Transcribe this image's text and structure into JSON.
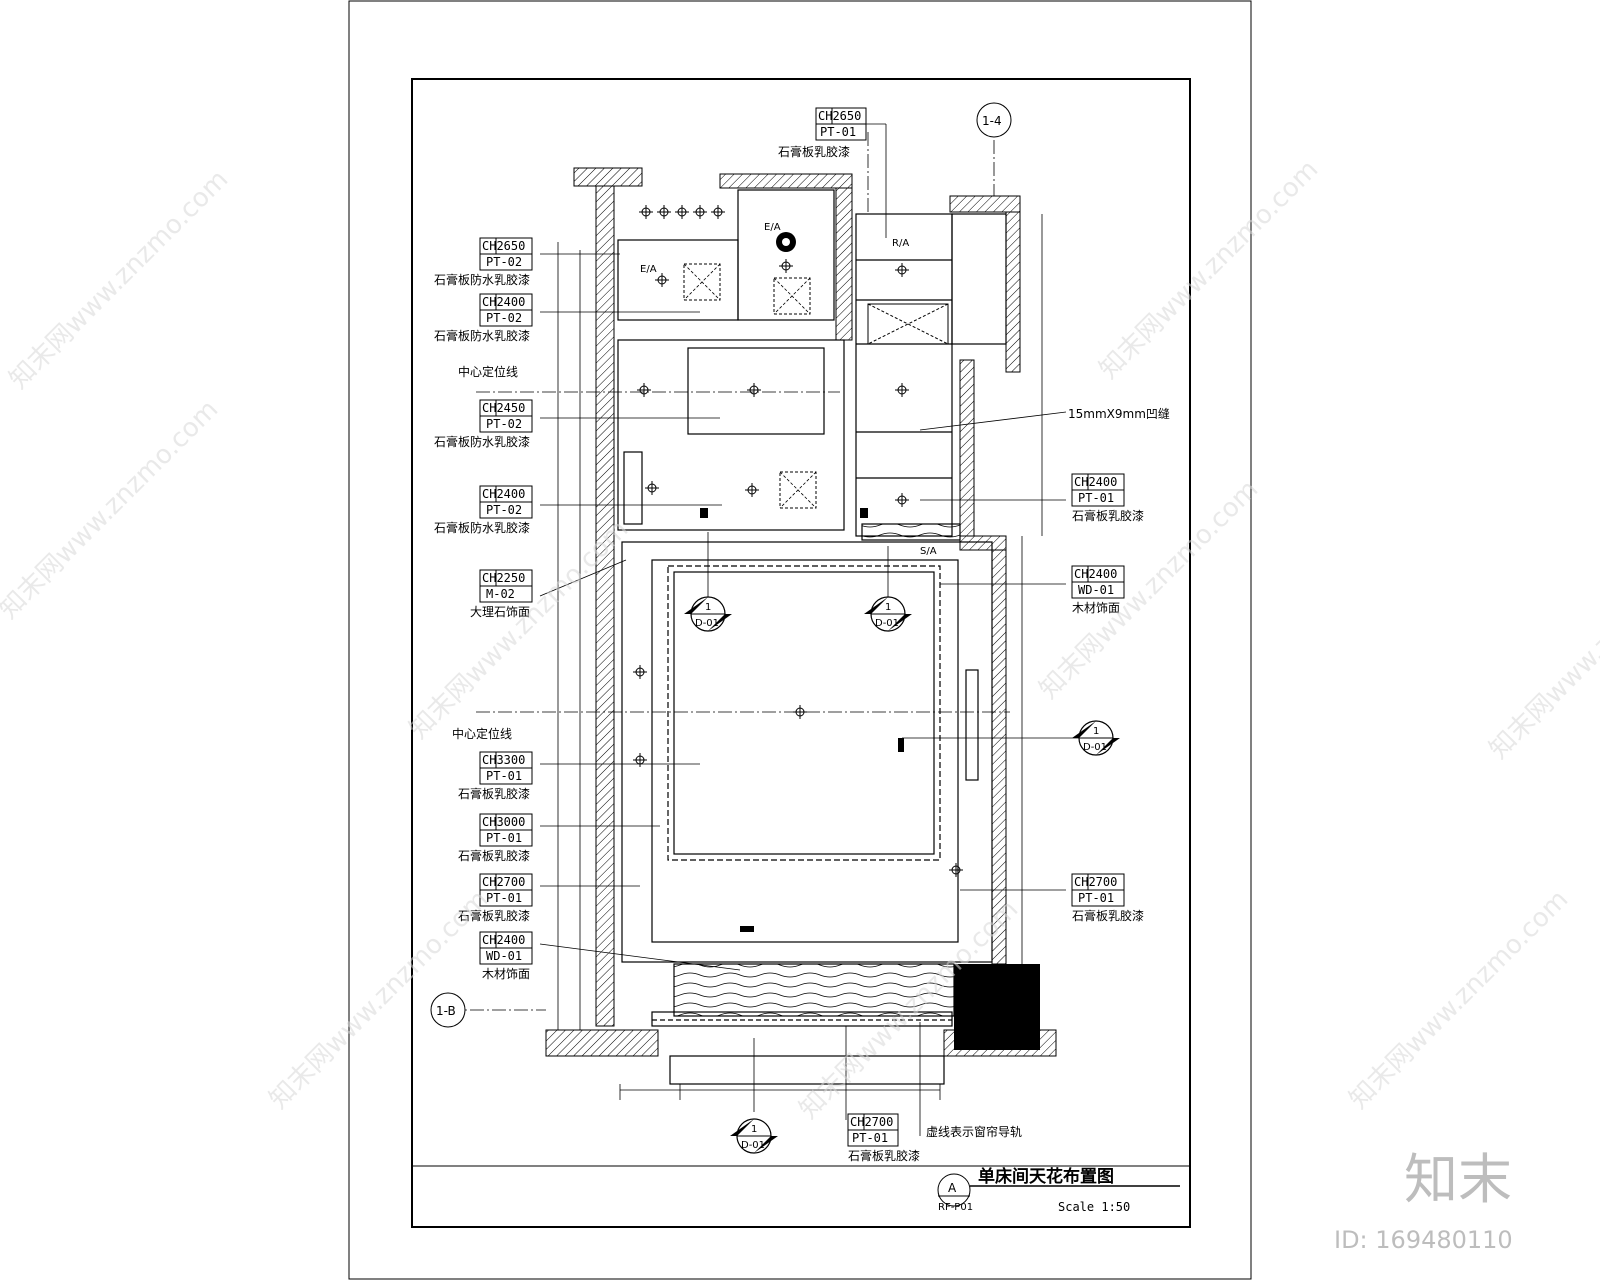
{
  "title": "单床间天花布置图",
  "scale": "Scale 1:50",
  "drawing_symbol": {
    "letter": "A",
    "sheet": "RF-P01"
  },
  "grid_labels": {
    "top": "1-4",
    "left": "1-B"
  },
  "left_tags": [
    {
      "code": "CH2650",
      "finish": "PT-02",
      "desc": "石膏板防水乳胶漆"
    },
    {
      "code": "CH2400",
      "finish": "PT-02",
      "desc": "石膏板防水乳胶漆"
    },
    {
      "code": "CH2450",
      "finish": "PT-02",
      "desc": "石膏板防水乳胶漆"
    },
    {
      "code": "CH2400",
      "finish": "PT-02",
      "desc": "石膏板防水乳胶漆"
    },
    {
      "code": "CH2250",
      "finish": "M-02",
      "desc": "大理石饰面"
    },
    {
      "code": "CH3300",
      "finish": "PT-01",
      "desc": "石膏板乳胶漆"
    },
    {
      "code": "CH3000",
      "finish": "PT-01",
      "desc": "石膏板乳胶漆"
    },
    {
      "code": "CH2700",
      "finish": "PT-01",
      "desc": "石膏板乳胶漆"
    },
    {
      "code": "CH2400",
      "finish": "WD-01",
      "desc": "木材饰面"
    }
  ],
  "right_tags": [
    {
      "code": "CH2400",
      "finish": "PT-01",
      "desc": "石膏板乳胶漆"
    },
    {
      "code": "CH2400",
      "finish": "WD-01",
      "desc": "木材饰面"
    },
    {
      "code": "CH2700",
      "finish": "PT-01",
      "desc": "石膏板乳胶漆"
    }
  ],
  "top_tag": {
    "code": "CH2650",
    "finish": "PT-01",
    "desc": "石膏板乳胶漆"
  },
  "bottom_tag": {
    "code": "CH2700",
    "finish": "PT-01",
    "desc": "石膏板乳胶漆"
  },
  "notes": {
    "center_line": "中心定位线",
    "slot": "15mmX9mm凹缝",
    "curtain": "虚线表示窗帘导轨",
    "ea": "E/A",
    "sa": "S/A",
    "ra": "R/A"
  },
  "detail_marker": {
    "num": "1",
    "ref": "D-01"
  },
  "watermark": {
    "text": "知末网www.znzmo.com",
    "logo": "知末",
    "id": "ID: 169480110"
  }
}
